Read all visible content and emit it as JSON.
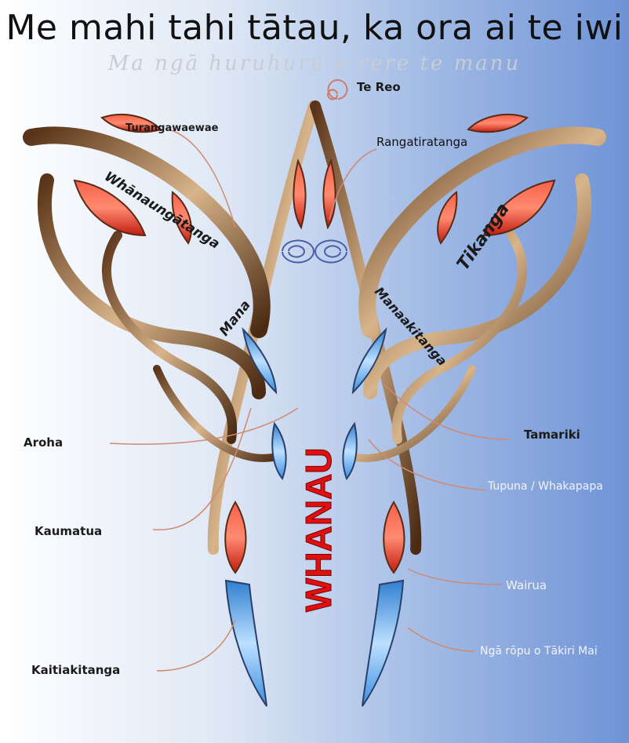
{
  "header": {
    "title": "Me mahi tahi tātau, ka ora ai te iwi",
    "subtitle": "Ma ngā huruhuru e rere te manu"
  },
  "diagram": {
    "center_word": "WHANAU",
    "labels": {
      "te_reo": "Te Reo",
      "rangatiratanga": "Rangatiratanga",
      "turangawaewae": "Turangawaewae",
      "whanaungatanga": "Whānaungātanga",
      "tikanga": "Tikanga",
      "mana": "Mana",
      "manaakitanga": "Manaakitanga",
      "aroha": "Aroha",
      "tamariki": "Tamariki",
      "tupuna": "Tupuna / Whakapapa",
      "kaumatua": "Kaumatua",
      "wairua": "Wairua",
      "nga_ropu": "Ngā rōpu o Tākiri Mai",
      "kaitiakitanga": "Kaitiakitanga"
    }
  },
  "colors": {
    "red": "#e0301e",
    "blue": "#4a9be0",
    "bronze": "#8a5a2e",
    "leader": "#d08a72"
  }
}
